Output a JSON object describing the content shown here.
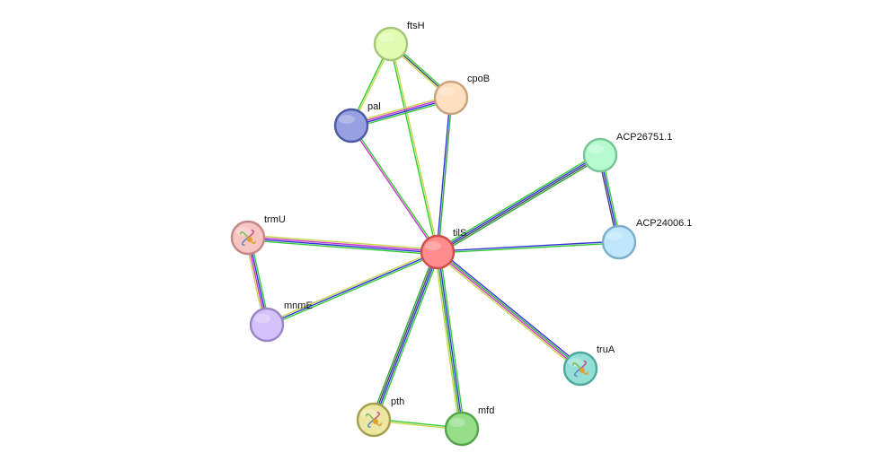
{
  "nodes": [
    {
      "id": "tilS",
      "label": "tilS",
      "fill": "#ff8c8c",
      "stroke": "#cf4d4d",
      "structure": false
    },
    {
      "id": "ftsH",
      "label": "ftsH",
      "fill": "#e1fbb0",
      "stroke": "#a6c679",
      "structure": false
    },
    {
      "id": "cpoB",
      "label": "cpoB",
      "fill": "#fedfc0",
      "stroke": "#c8a37e",
      "structure": false
    },
    {
      "id": "pal",
      "label": "pal",
      "fill": "#97a0e0",
      "stroke": "#4d5aa8",
      "structure": false
    },
    {
      "id": "ACP26751.1",
      "label": "ACP26751.1",
      "fill": "#b6fbd0",
      "stroke": "#77c494",
      "structure": false
    },
    {
      "id": "ACP24006.1",
      "label": "ACP24006.1",
      "fill": "#bfe6fa",
      "stroke": "#7bafcc",
      "structure": false
    },
    {
      "id": "trmU",
      "label": "trmU",
      "fill": "#f8c5c5",
      "stroke": "#c48686",
      "structure": true
    },
    {
      "id": "mnmE",
      "label": "mnmE",
      "fill": "#d6c2fa",
      "stroke": "#9a85c6",
      "structure": false
    },
    {
      "id": "truA",
      "label": "truA",
      "fill": "#93dfd6",
      "stroke": "#4ea79d",
      "structure": true
    },
    {
      "id": "pth",
      "label": "pth",
      "fill": "#ece6a0",
      "stroke": "#a69e4c",
      "structure": true
    },
    {
      "id": "mfd",
      "label": "mfd",
      "fill": "#96de8a",
      "stroke": "#55a34b",
      "structure": false
    }
  ],
  "edges": [
    {
      "source": "tilS",
      "target": "ftsH",
      "colors": [
        "#33cc33",
        "#c8d64a"
      ]
    },
    {
      "source": "tilS",
      "target": "cpoB",
      "colors": [
        "#3333dd",
        "#33aa33"
      ]
    },
    {
      "source": "tilS",
      "target": "pal",
      "colors": [
        "#cc33cc",
        "#33cc33"
      ]
    },
    {
      "source": "tilS",
      "target": "ACP26751.1",
      "colors": [
        "#33cc33",
        "#3333dd",
        "#444466",
        "#33aa33"
      ]
    },
    {
      "source": "tilS",
      "target": "ACP24006.1",
      "colors": [
        "#3333dd",
        "#33cc33"
      ]
    },
    {
      "source": "tilS",
      "target": "trmU",
      "colors": [
        "#33cc33",
        "#3333dd",
        "#cc33cc",
        "#c8d64a"
      ]
    },
    {
      "source": "tilS",
      "target": "mnmE",
      "colors": [
        "#33cc33",
        "#3333dd",
        "#c8d64a"
      ]
    },
    {
      "source": "tilS",
      "target": "truA",
      "colors": [
        "#3333dd",
        "#33aa33",
        "#cc33cc",
        "#c8d64a"
      ]
    },
    {
      "source": "tilS",
      "target": "pth",
      "colors": [
        "#33cc33",
        "#3333dd",
        "#444466",
        "#33aa33"
      ]
    },
    {
      "source": "tilS",
      "target": "mfd",
      "colors": [
        "#33cc33",
        "#3333dd",
        "#33aa33",
        "#c8d64a"
      ]
    },
    {
      "source": "ftsH",
      "target": "cpoB",
      "colors": [
        "#33cc33",
        "#444466",
        "#c8d64a"
      ]
    },
    {
      "source": "ftsH",
      "target": "pal",
      "colors": [
        "#c8d64a",
        "#33cc33"
      ]
    },
    {
      "source": "cpoB",
      "target": "pal",
      "colors": [
        "#33cc33",
        "#3333dd",
        "#cc33cc",
        "#c8d64a"
      ]
    },
    {
      "source": "ACP26751.1",
      "target": "ACP24006.1",
      "colors": [
        "#33cc33",
        "#3333dd",
        "#444466"
      ]
    },
    {
      "source": "trmU",
      "target": "mnmE",
      "colors": [
        "#33cc33",
        "#3333dd",
        "#cc33cc",
        "#c8d64a"
      ]
    },
    {
      "source": "pth",
      "target": "mfd",
      "colors": [
        "#33cc33",
        "#c8d64a"
      ]
    }
  ]
}
